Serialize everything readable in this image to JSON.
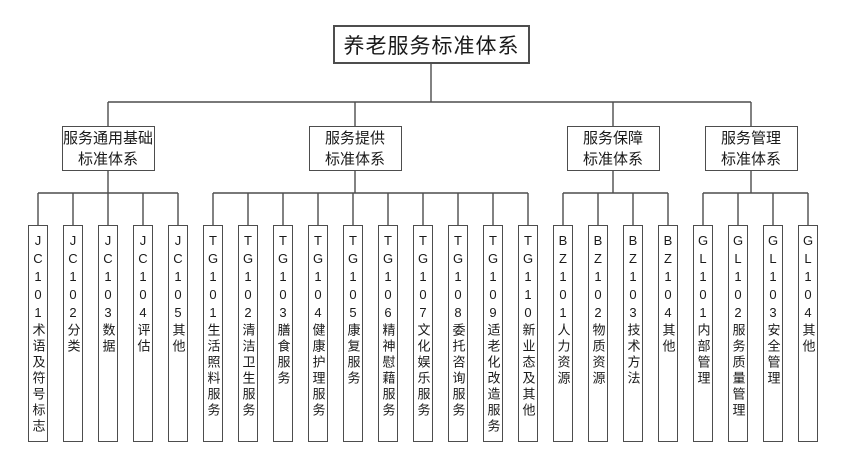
{
  "diagram": {
    "root": {
      "label": "养老服务标准体系"
    },
    "branches": [
      {
        "id": "JC",
        "label": "服务通用基础\n标准体系",
        "items": [
          {
            "code": "JC101",
            "name": "术语及符号标志"
          },
          {
            "code": "JC102",
            "name": "分类"
          },
          {
            "code": "JC103",
            "name": "数据"
          },
          {
            "code": "JC104",
            "name": "评估"
          },
          {
            "code": "JC105",
            "name": "其他"
          }
        ]
      },
      {
        "id": "TG",
        "label": "服务提供\n标准体系",
        "items": [
          {
            "code": "TG101",
            "name": "生活照料服务"
          },
          {
            "code": "TG102",
            "name": "清洁卫生服务"
          },
          {
            "code": "TG103",
            "name": "膳食服务"
          },
          {
            "code": "TG104",
            "name": "健康护理服务"
          },
          {
            "code": "TG105",
            "name": "康复服务"
          },
          {
            "code": "TG106",
            "name": "精神慰藉服务"
          },
          {
            "code": "TG107",
            "name": "文化娱乐服务"
          },
          {
            "code": "TG108",
            "name": "委托咨询服务"
          },
          {
            "code": "TG109",
            "name": "适老化改造服务"
          },
          {
            "code": "TG110",
            "name": "新业态及其他"
          }
        ]
      },
      {
        "id": "BZ",
        "label": "服务保障\n标准体系",
        "items": [
          {
            "code": "BZ101",
            "name": "人力资源"
          },
          {
            "code": "BZ102",
            "name": "物质资源"
          },
          {
            "code": "BZ103",
            "name": "技术方法"
          },
          {
            "code": "BZ104",
            "name": "其他"
          }
        ]
      },
      {
        "id": "GL",
        "label": "服务管理\n标准体系",
        "items": [
          {
            "code": "GL101",
            "name": "内部管理"
          },
          {
            "code": "GL102",
            "name": "服务质量管理"
          },
          {
            "code": "GL103",
            "name": "安全管理"
          },
          {
            "code": "GL104",
            "name": "其他"
          }
        ]
      }
    ],
    "colors": {
      "line": "#4d4d4d",
      "node_border": "#4d4d4d",
      "text": "#1a1a1a",
      "background": "#ffffff"
    }
  }
}
